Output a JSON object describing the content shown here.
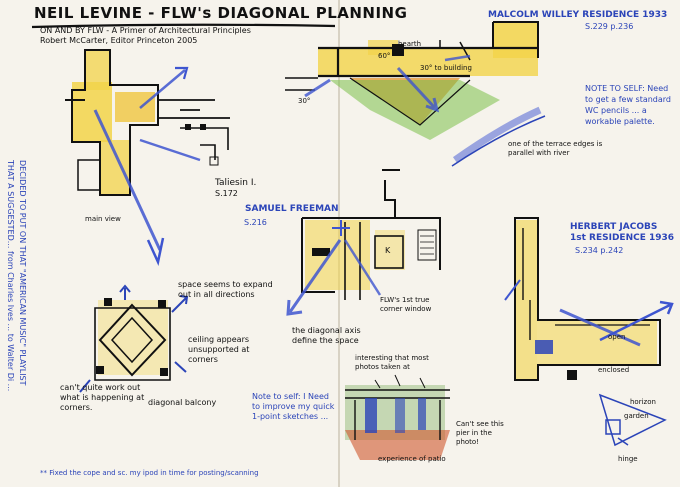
{
  "page": {
    "title": "NEIL LEVINE - FLW's DIAGONAL PLANNING",
    "subtitle_line1": "ON AND BY FLW - A Primer of Architectural Principles",
    "subtitle_line2": "Robert McCarter, Editor  Princeton 2005",
    "colors": {
      "paper": "#f6f3ec",
      "ink": "#111111",
      "blue": "#2b44b8",
      "yellow": "#f2d34a",
      "orange": "#e39a3a",
      "green": "#7bbf4a"
    }
  },
  "left_page": {
    "taliesin_label": "Taliesin I.",
    "taliesin_page": "S.172",
    "main_view": "main view",
    "vertical_note_line1": "DECIDED TO PUT ON THAT \"AMERICAN MUSIC\" PLAYLIST",
    "vertical_note_line2": "THAT A SUGGESTED... from Charles Ives ... to Walter Di ... ",
    "square_note": "space seems to expand out in all directions",
    "ceiling_note": "ceiling appears unsupported at corners",
    "cant_quite": "can't quite work out what is happening at corners.",
    "balcony": "diagonal balcony",
    "footer": "** Fixed the cope and  sc. my ipod in time for posting/scanning"
  },
  "right_page": {
    "willey_title": "MALCOLM WILLEY RESIDENCE 1933",
    "willey_page": "S.229  p.236",
    "hearth": "hearth",
    "angle60": "60°",
    "thirty_to_building": "30° to building",
    "angle30": "30°",
    "note_to_self": "NOTE TO SELF: Need to get a few standard WC pencils ... a workable palette.",
    "river_note": "one of the terrace edges is parallel with river",
    "freeman_title": "SAMUEL FREEMAN",
    "freeman_page": "S.216",
    "k_label": "K",
    "corner_window": "FLW's 1st true corner window",
    "diagonal_axis": "the diagonal axis define the space",
    "most_photos": "interesting that most photos taken at",
    "jacobs_title": "HERBERT JACOBS 1st RESIDENCE 1936",
    "jacobs_page": "S.234  p.242",
    "open": "open",
    "enclosed": "enclosed",
    "horizon": "horizon",
    "garden": "garden",
    "hinge": "hinge",
    "note_self_2": "Note to self: I Need to improve my quick 1-point sketches ...",
    "cant_see": "Can't see this pier in the photo!",
    "experience": "experience of patio"
  }
}
